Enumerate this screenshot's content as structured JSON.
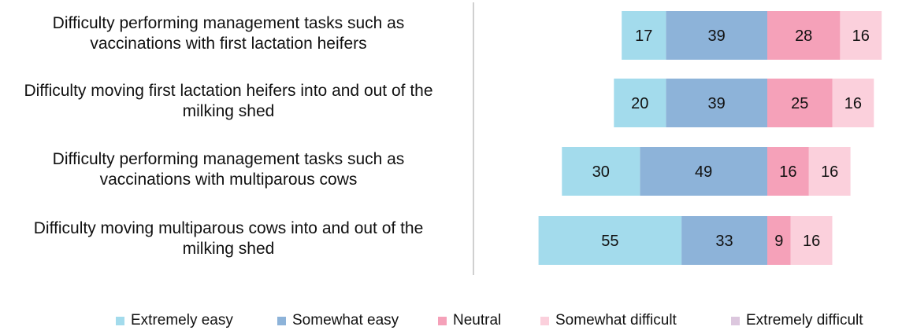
{
  "chart_data": {
    "type": "bar",
    "orientation": "horizontal",
    "stacked": "diverging",
    "categories": [
      "Difficulty performing management tasks such as vaccinations with first lactation heifers",
      "Difficulty moving first lactation heifers into and out of the milking shed",
      "Difficulty performing management tasks such as vaccinations with multiparous cows",
      "Difficulty moving multiparous cows into and out of the milking shed"
    ],
    "category_lines": [
      [
        "Difficulty performing management tasks such as",
        "vaccinations with first lactation heifers"
      ],
      [
        "Difficulty moving first lactation heifers into and out of the",
        "milking shed"
      ],
      [
        "Difficulty performing management tasks such as",
        "vaccinations with multiparous cows"
      ],
      [
        "Difficulty moving multiparous cows into and out of the",
        "milking shed"
      ]
    ],
    "series": [
      {
        "name": "Extremely easy",
        "color": "#a3dbec",
        "values": [
          17,
          20,
          30,
          55
        ],
        "side": "left"
      },
      {
        "name": "Somewhat easy",
        "color": "#8db3d9",
        "values": [
          39,
          39,
          49,
          33
        ],
        "side": "left"
      },
      {
        "name": "Neutral",
        "color": "#f5a1b9",
        "values": [
          28,
          25,
          16,
          9
        ],
        "side": "right"
      },
      {
        "name": "Somewhat difficult",
        "color": "#fbd0dc",
        "values": [
          16,
          16,
          16,
          16
        ],
        "side": "right"
      },
      {
        "name": "Extremely difficult",
        "color": "#dcc7de",
        "values": [
          0,
          0,
          0,
          0
        ],
        "side": "right"
      }
    ],
    "legend_position": "bottom",
    "grid": false
  }
}
